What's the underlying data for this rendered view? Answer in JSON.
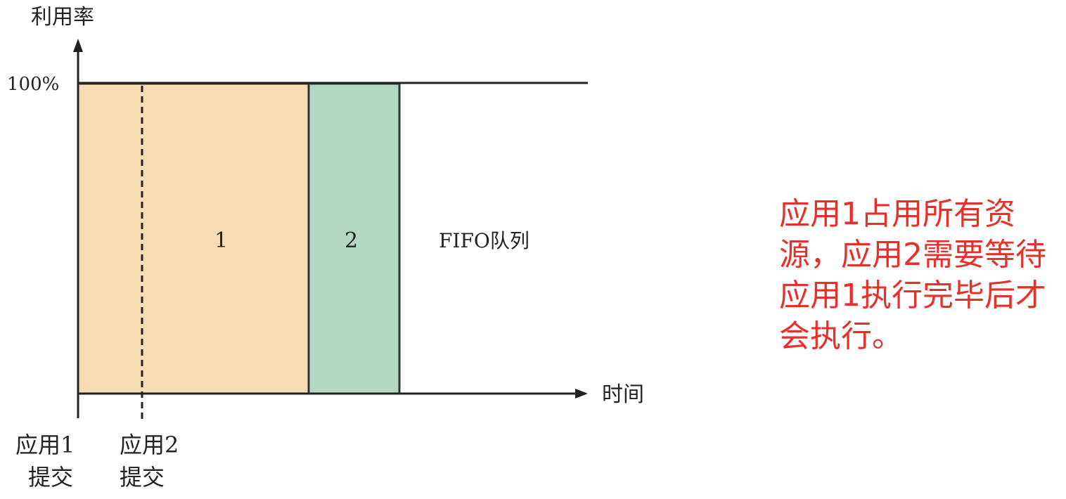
{
  "diagram": {
    "y_axis_label": "利用率",
    "x_axis_label": "时间",
    "utilization_max_label": "100%",
    "blocks": [
      {
        "label": "1",
        "fill": "#f7dcb4"
      },
      {
        "label": "2",
        "fill": "#b3d9c4"
      },
      {
        "label": "FIFO队列"
      }
    ],
    "events": [
      {
        "line1": "应用1",
        "line2": "提交"
      },
      {
        "line1": "应用2",
        "line2": "提交"
      }
    ]
  },
  "note": {
    "text": "应用1占用所有资源，应用2需要等待应用1执行完毕后才会执行。",
    "color": "#e8302a"
  },
  "colors": {
    "axis": "#222222",
    "block_border": "#333333"
  }
}
